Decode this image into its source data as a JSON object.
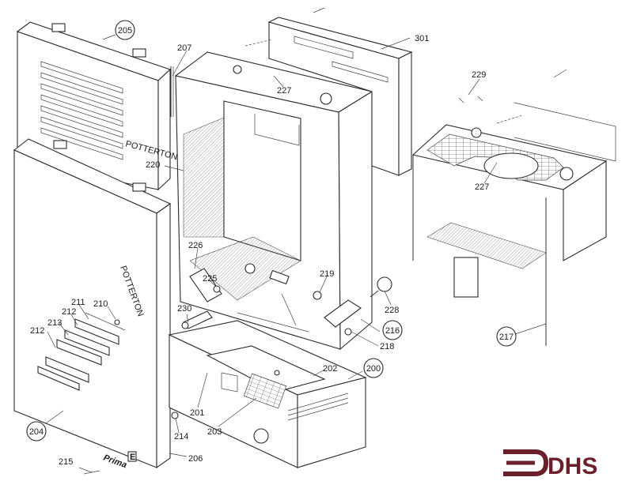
{
  "callouts": {
    "c205": "205",
    "c207": "207",
    "c301": "301",
    "c227a": "227",
    "c229": "229",
    "c220": "220",
    "c227b": "227",
    "c226": "226",
    "c225": "225",
    "c219": "219",
    "c228": "228",
    "c211": "211",
    "c210": "210",
    "c212a": "212",
    "c213": "213",
    "c212b": "212",
    "c230": "230",
    "c216": "216",
    "c218": "218",
    "c217": "217",
    "c200": "200",
    "c202": "202",
    "c201": "201",
    "c203": "203",
    "c214": "214",
    "c204": "204",
    "c206": "206",
    "c215": "215"
  },
  "brand": {
    "panel_brand_top": "POTTERTON",
    "panel_brand_front": "POTTERTON",
    "product_name": "Prima",
    "product_badge": "E",
    "logo_text": "DHS",
    "logo_color": "#6b1f2a"
  }
}
